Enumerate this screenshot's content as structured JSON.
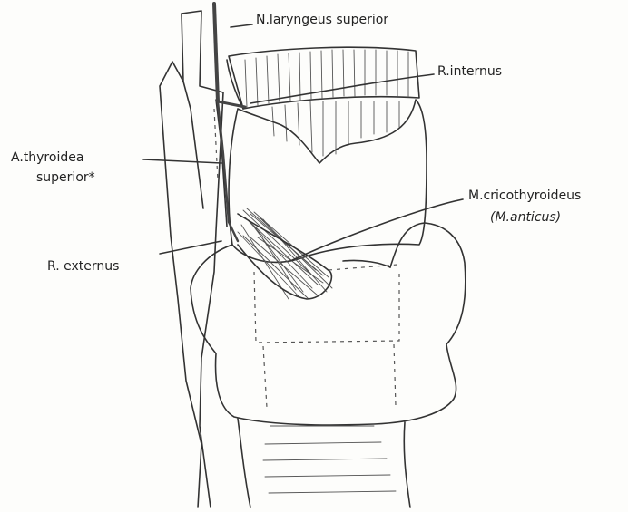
{
  "labels": {
    "n_laryngeus_superior": "N.laryngeus superior",
    "r_internus": "R.internus",
    "a_thyroidea": "A.thyroidea",
    "superior": "superior*",
    "m_cricothyroideus": "M.cricothyroideus",
    "m_anticus": "(M.anticus)",
    "r_externus": "R. externus"
  },
  "colors": {
    "ink": "#333333",
    "paper": "#fdfdfb"
  }
}
